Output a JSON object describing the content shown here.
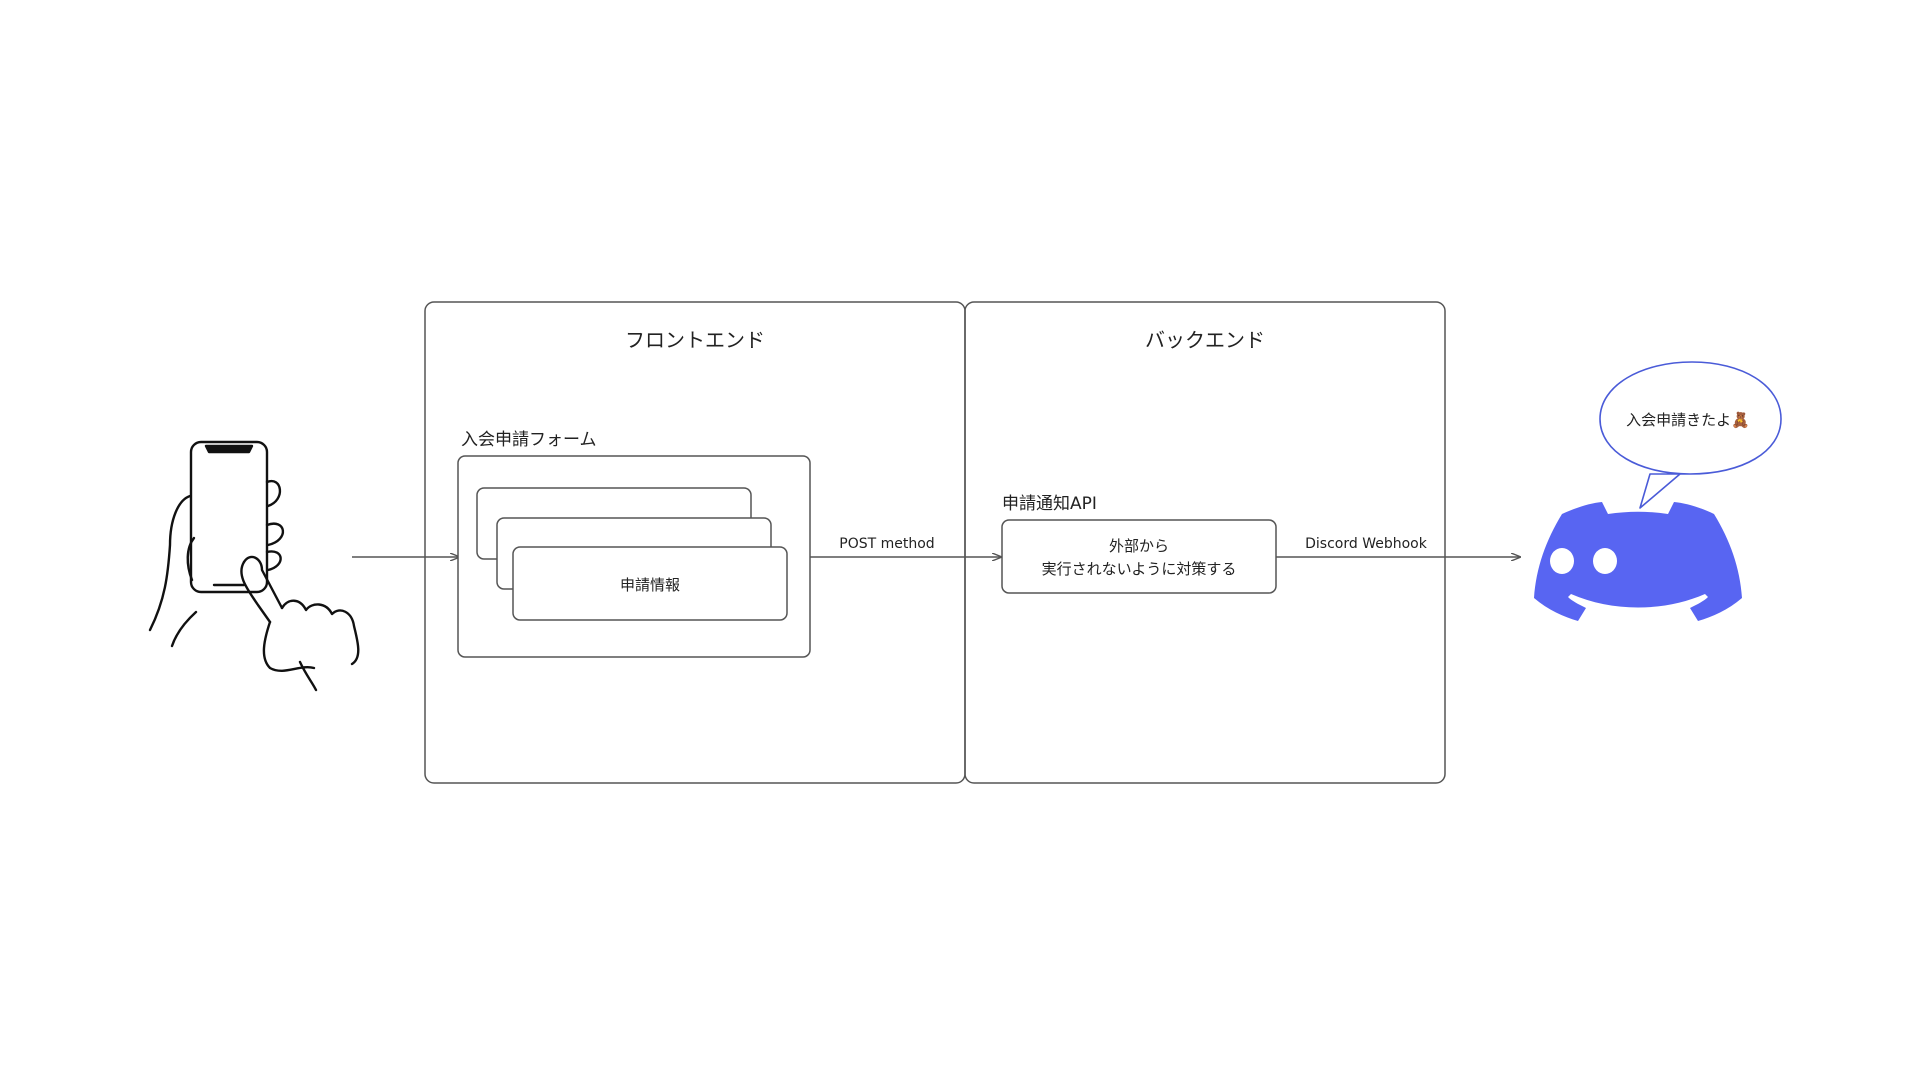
{
  "frontend": {
    "title": "フロントエンド",
    "form_label": "入会申請フォーム",
    "card_label": "申請情報"
  },
  "backend": {
    "title": "バックエンド",
    "api_label": "申請通知API",
    "api_desc_line1": "外部から",
    "api_desc_line2": "実行されないように対策する"
  },
  "arrows": {
    "post_label": "POST method",
    "webhook_label": "Discord Webhook"
  },
  "speech_bubble": {
    "text": "入会申請きたよ🧸"
  },
  "icons": {
    "user": "hand-holding-phone-icon",
    "discord": "discord-logo-icon"
  },
  "colors": {
    "discord": "#5865F2",
    "line": "#555555"
  }
}
